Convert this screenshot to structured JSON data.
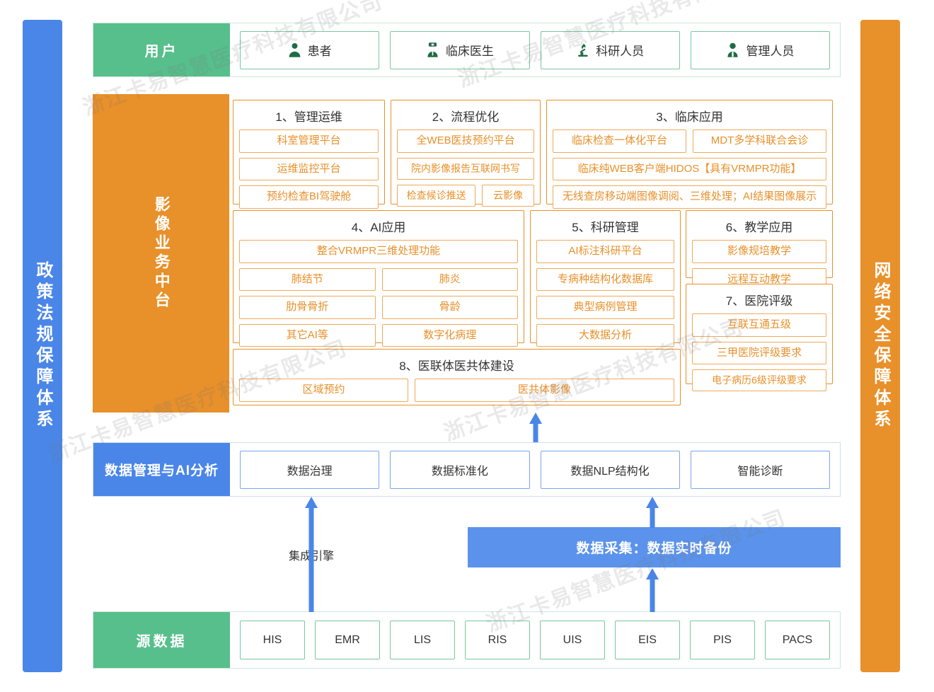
{
  "watermark": "浙江卡易智慧医疗科技有限公司",
  "pillars": {
    "left": "政策法规保障体系",
    "right": "网络安全保障体系"
  },
  "colors": {
    "green": "#57bf8b",
    "green_border": "#79c79f",
    "orange": "#e8902a",
    "orange_border": "#f0a95b",
    "blue": "#4a86e8",
    "blue_light": "#5b93ec",
    "blue_border": "#7aa7ee"
  },
  "users": {
    "label": "用户",
    "items": [
      {
        "label": "患者",
        "icon": "patient-icon"
      },
      {
        "label": "临床医生",
        "icon": "doctor-icon"
      },
      {
        "label": "科研人员",
        "icon": "microscope-icon"
      },
      {
        "label": "管理人员",
        "icon": "manager-icon"
      }
    ]
  },
  "platform": {
    "label": "影像业务中台",
    "groups": [
      {
        "title": "1、管理运维",
        "rows": [
          [
            "科室管理平台"
          ],
          [
            "运维监控平台"
          ],
          [
            "预约检查BI驾驶舱"
          ]
        ]
      },
      {
        "title": "2、流程优化",
        "rows": [
          [
            "全WEB医技预约平台"
          ],
          [
            "院内影像报告互联网书写"
          ],
          [
            "检查候诊推送",
            "云影像"
          ]
        ]
      },
      {
        "title": "3、临床应用",
        "rows": [
          [
            "临床检查一体化平台",
            "MDT多学科联合会诊"
          ],
          [
            "临床纯WEB客户端HIDOS【具有VRMPR功能】"
          ],
          [
            "无线查房移动端图像调阅、三维处理；AI结果图像展示"
          ]
        ]
      },
      {
        "title": "4、AI应用",
        "rows": [
          [
            "整合VRMPR三维处理功能"
          ],
          [
            "肺结节",
            "肺炎"
          ],
          [
            "肋骨骨折",
            "骨龄"
          ],
          [
            "其它AI等",
            "数字化病理"
          ]
        ]
      },
      {
        "title": "5、科研管理",
        "rows": [
          [
            "AI标注科研平台"
          ],
          [
            "专病种结构化数据库"
          ],
          [
            "典型病例管理"
          ],
          [
            "大数据分析"
          ]
        ]
      },
      {
        "title": "6、教学应用",
        "rows": [
          [
            "影像规培教学"
          ],
          [
            "远程互动教学"
          ]
        ]
      },
      {
        "title": "7、医院评级",
        "rows": [
          [
            "互联互通五级"
          ],
          [
            "三甲医院评级要求"
          ],
          [
            "电子病历6级评级要求"
          ]
        ]
      },
      {
        "title": "8、医联体医共体建设",
        "rows": [
          [
            "区域预约",
            "医共体影像"
          ]
        ]
      }
    ]
  },
  "data_management": {
    "label": "数据管理与AI分析",
    "items": [
      "数据治理",
      "数据标准化",
      "数据NLP结构化",
      "智能诊断"
    ]
  },
  "middle": {
    "engine_label": "集成引擎",
    "collect_bar": "数据采集：数据实时备份"
  },
  "source": {
    "label": "源数据",
    "items": [
      "HIS",
      "EMR",
      "LIS",
      "RIS",
      "UIS",
      "EIS",
      "PIS",
      "PACS"
    ]
  }
}
